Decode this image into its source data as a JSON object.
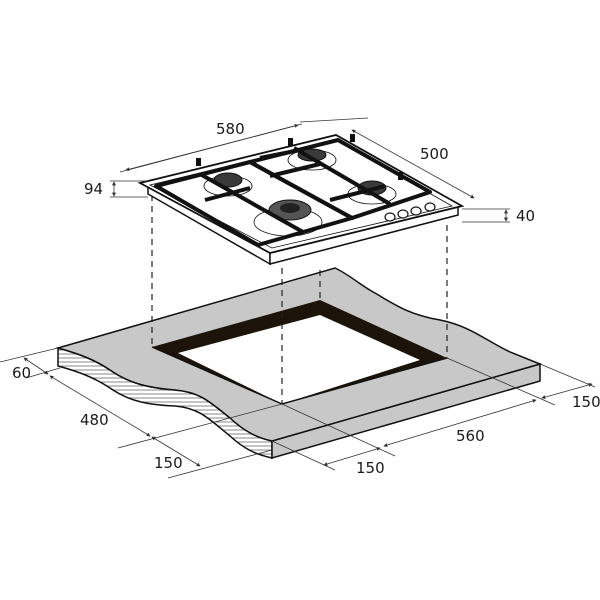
{
  "diagram": {
    "subject": "Built-in gas hob installation dimensions",
    "units": "mm",
    "colors": {
      "line": "#111111",
      "countertop": "#c8c8c8",
      "cutout_shadow": "#1c1408",
      "burner": "#3a3a3a",
      "dimension_line": "#333333"
    },
    "hob": {
      "burners": 4,
      "knobs": 4,
      "dimensions": {
        "width": "580",
        "depth": "500",
        "total_height": "94",
        "built_in_depth": "40"
      }
    },
    "countertop": {
      "dimensions": {
        "thickness": "60",
        "cutout_depth": "480",
        "cutout_width": "560",
        "front_margin": "150",
        "side_margin_left": "150",
        "side_margin_right": "150"
      }
    }
  }
}
